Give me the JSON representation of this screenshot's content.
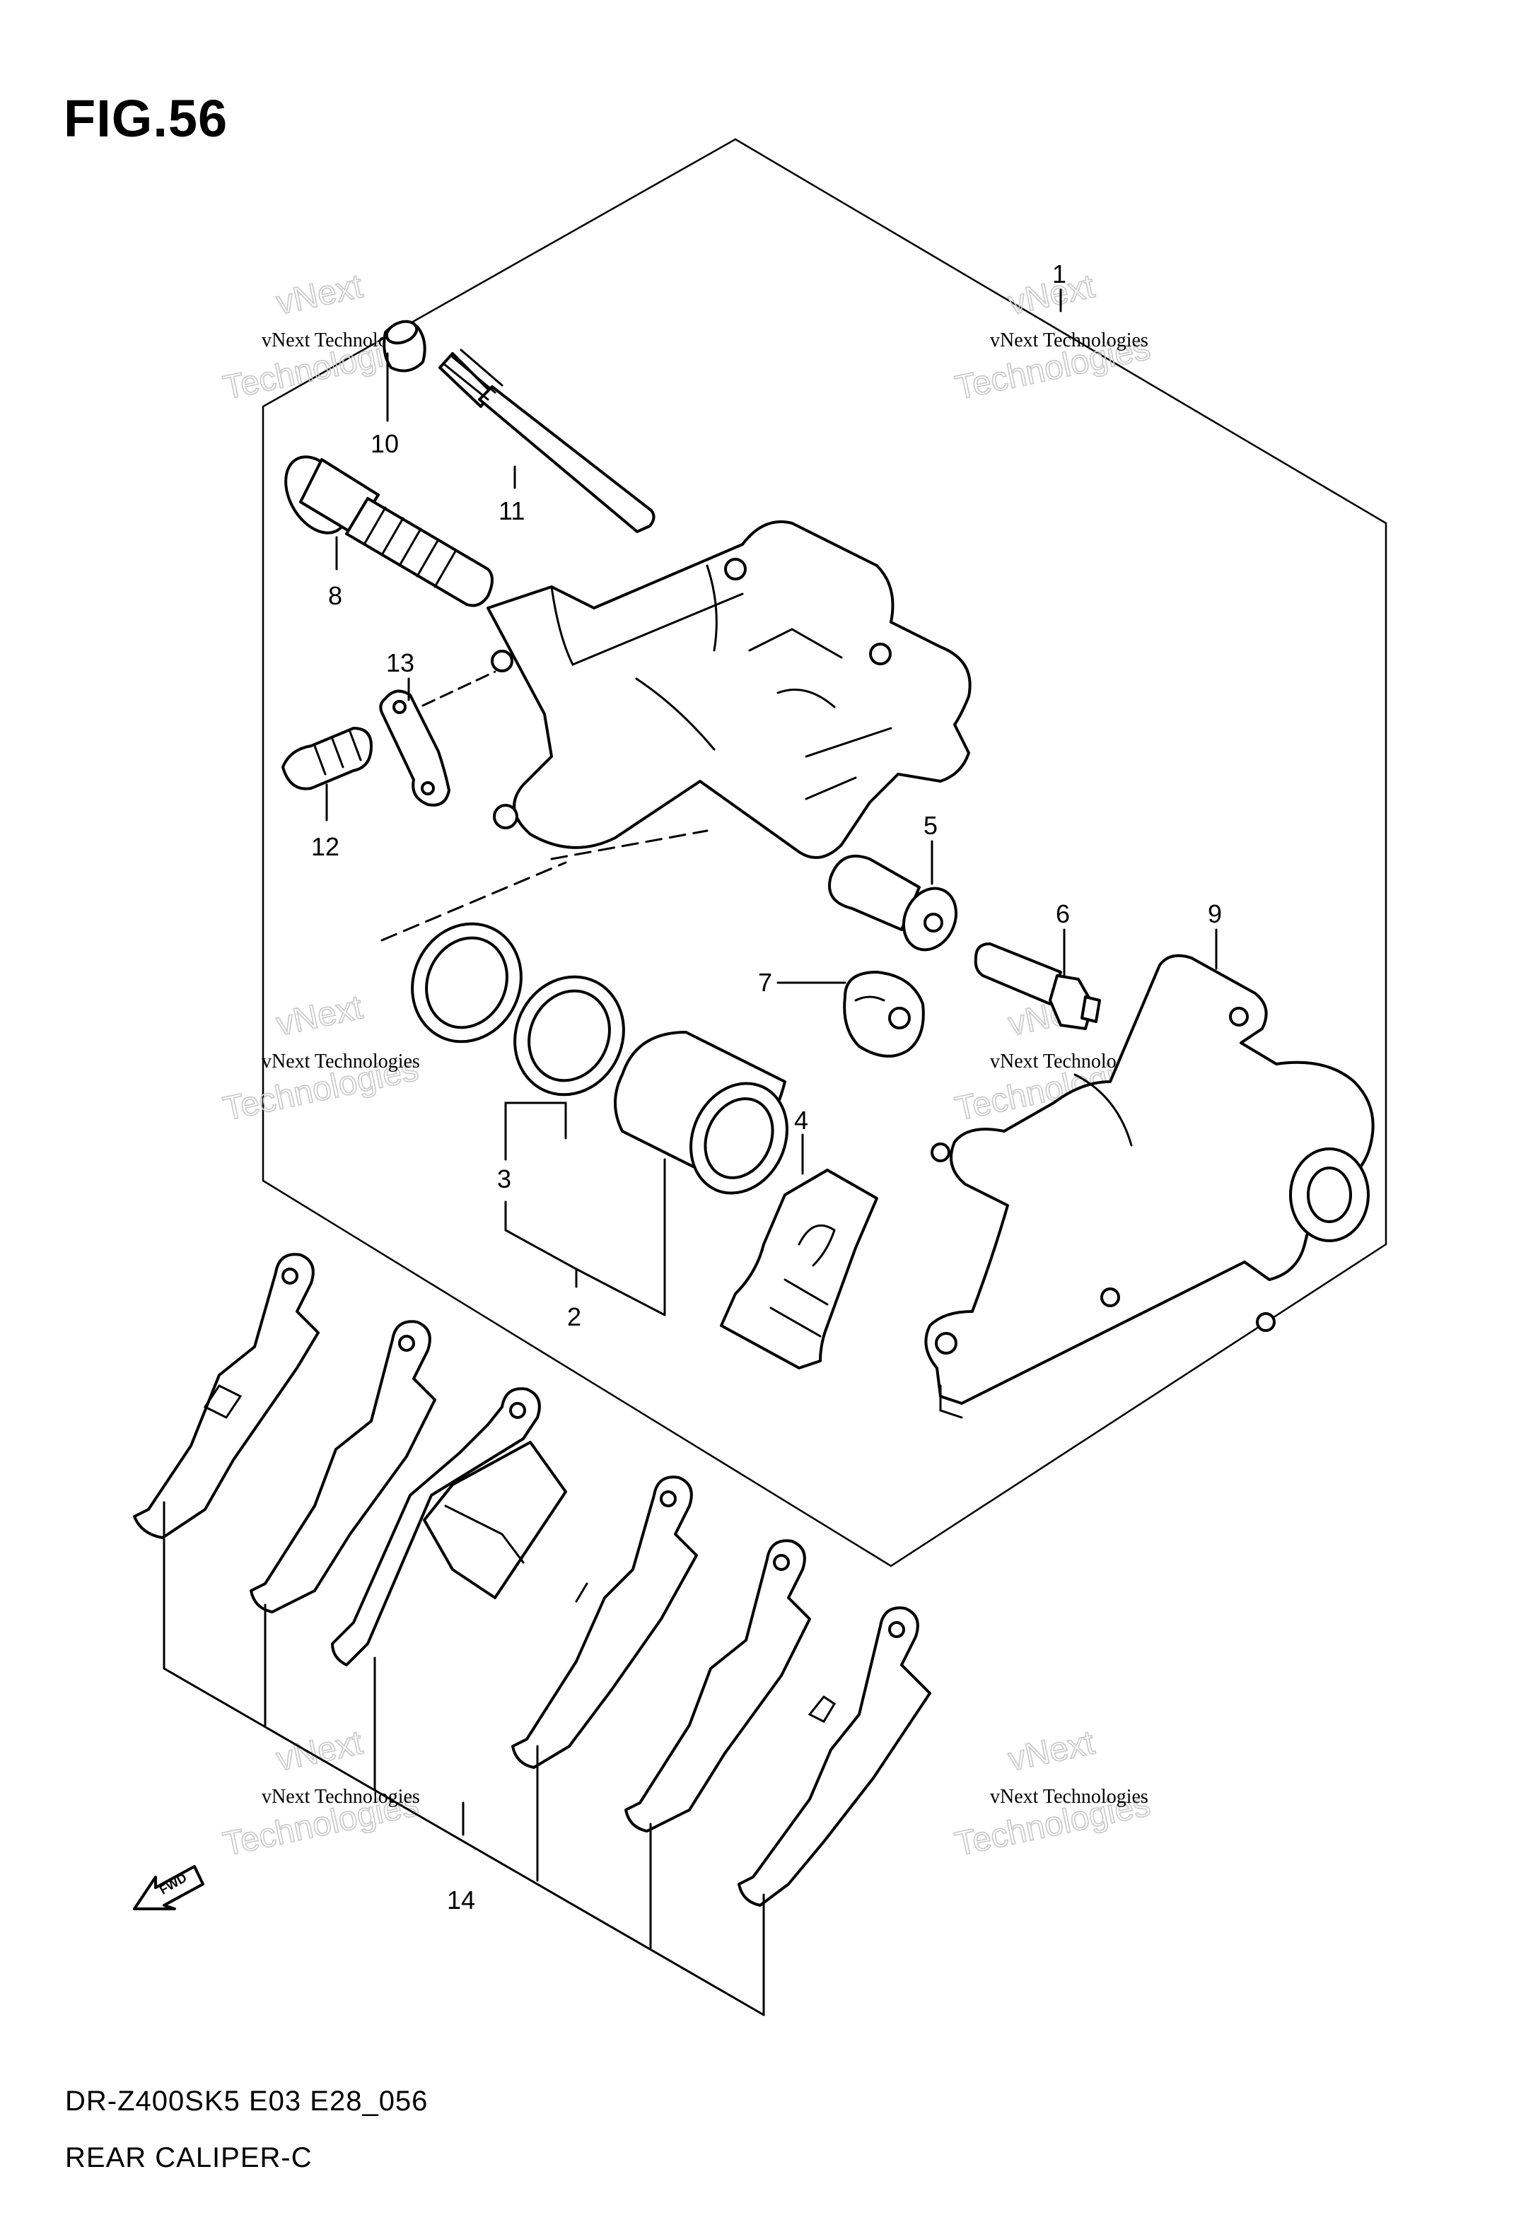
{
  "figure": {
    "title": "FIG.56"
  },
  "footer": {
    "model_code": "DR-Z400SK5 E03 E28_056",
    "section_name": "REAR CALIPER-C"
  },
  "fwd_label": "FWD",
  "watermark": {
    "line1": "vNext Technologies",
    "line2": "vNext",
    "line3": "Technologies"
  },
  "callouts": [
    {
      "id": "1",
      "text": "1"
    },
    {
      "id": "2",
      "text": "2"
    },
    {
      "id": "3",
      "text": "3"
    },
    {
      "id": "4",
      "text": "4"
    },
    {
      "id": "5",
      "text": "5"
    },
    {
      "id": "6",
      "text": "6"
    },
    {
      "id": "7",
      "text": "7"
    },
    {
      "id": "8",
      "text": "8"
    },
    {
      "id": "9",
      "text": "9"
    },
    {
      "id": "10",
      "text": "10"
    },
    {
      "id": "11",
      "text": "11"
    },
    {
      "id": "12",
      "text": "12"
    },
    {
      "id": "13",
      "text": "13"
    },
    {
      "id": "14",
      "text": "14"
    }
  ]
}
